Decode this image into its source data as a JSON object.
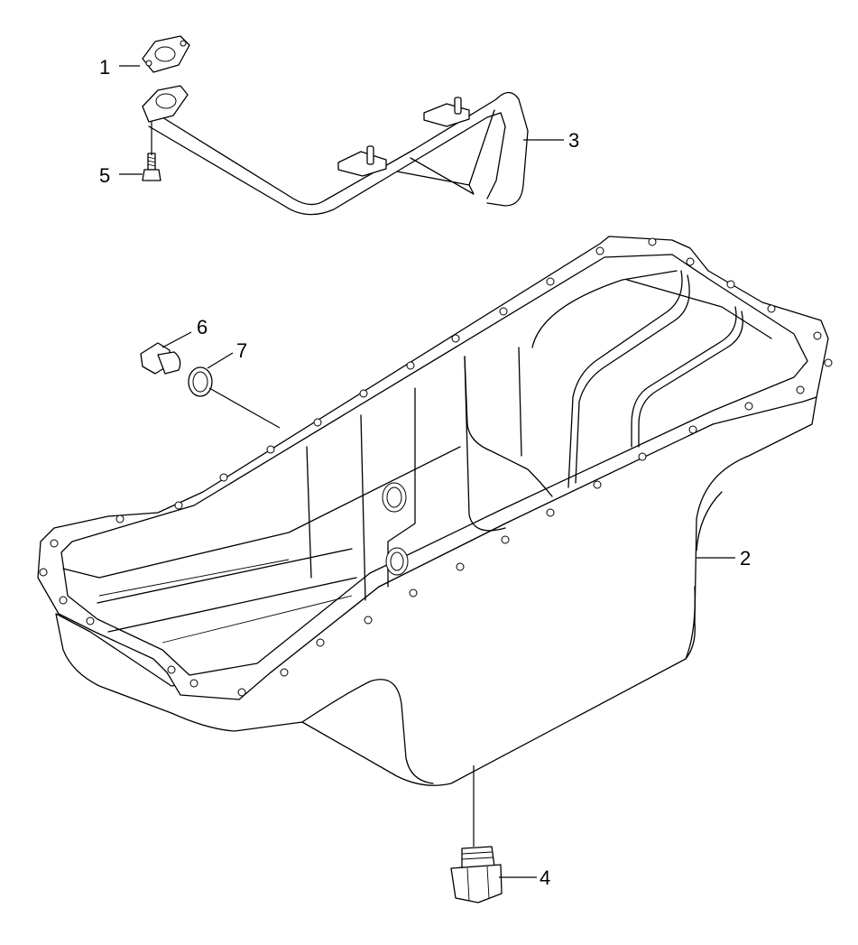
{
  "callouts": [
    {
      "id": "1",
      "label": "1"
    },
    {
      "id": "2",
      "label": "2"
    },
    {
      "id": "3",
      "label": "3"
    },
    {
      "id": "4",
      "label": "4"
    },
    {
      "id": "5",
      "label": "5"
    },
    {
      "id": "6",
      "label": "6"
    },
    {
      "id": "7",
      "label": "7"
    }
  ],
  "parts": {
    "gasket": "gasket-icon",
    "oil_pan": "oil-pan-icon",
    "oil_pickup_tube": "oil-pickup-tube-icon",
    "drain_plug": "drain-plug-icon",
    "bolt": "bolt-icon",
    "plug": "plug-icon",
    "seal_ring": "seal-ring-icon"
  },
  "colors": {
    "line": "#000000",
    "background": "#ffffff"
  }
}
